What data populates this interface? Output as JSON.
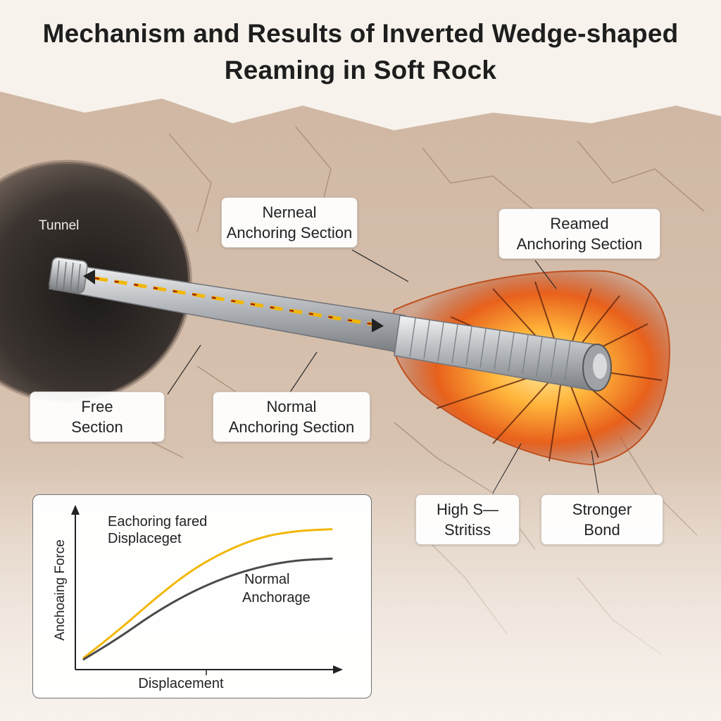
{
  "title": "Mechanism and Results of Inverted Wedge-shaped Reaming in Soft Rock",
  "labels": {
    "tunnel": "Tunnel",
    "free_section": [
      "Free",
      "Section"
    ],
    "normal_anchoring_top": [
      "Nerneal",
      "Anchoring Section"
    ],
    "normal_anchoring_bottom": [
      "Normal",
      "Anchoring Section"
    ],
    "reamed_anchoring": [
      "Reamed",
      "Anchoring Section"
    ],
    "high_stress": [
      "High S—",
      "Stritiss"
    ],
    "stronger_bond": [
      "Stronger",
      "Bond"
    ]
  },
  "colors": {
    "rock": "#cdb6a3",
    "bolt": "#bfc2c6",
    "reamed_glow": "#f08a24",
    "reamed_series": "#f2b705",
    "normal_series": "#4a4a4a"
  },
  "chart_data": {
    "type": "line",
    "xlabel": "Displacement",
    "ylabel": "Anchoaing Force",
    "series": [
      {
        "name": "Eachoring fared Displaceget",
        "values": [
          0.04,
          0.22,
          0.42,
          0.6,
          0.73,
          0.82,
          0.86,
          0.87
        ]
      },
      {
        "name": "Normal Anchorage",
        "values": [
          0.03,
          0.17,
          0.33,
          0.46,
          0.56,
          0.63,
          0.67,
          0.68
        ]
      }
    ],
    "x": [
      0,
      1,
      2,
      3,
      4,
      5,
      6,
      7
    ],
    "ylim": [
      0,
      1
    ],
    "grid": false,
    "series_labels": [
      [
        "Eachoring fared",
        "Displaceget"
      ],
      [
        "Normal",
        "Anchorage"
      ]
    ]
  }
}
